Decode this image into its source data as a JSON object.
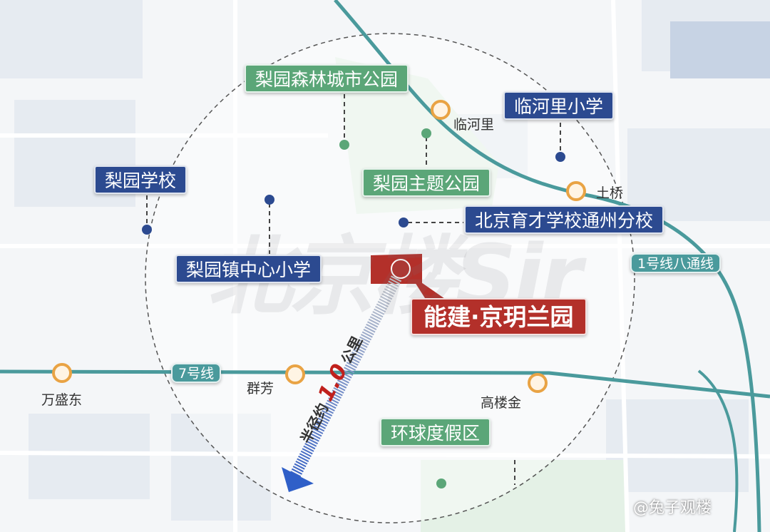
{
  "watermark": "北京楼Sir",
  "credit": "@兔子观楼",
  "project": {
    "name": "能建·京玥兰园"
  },
  "radius_label": {
    "prefix": "半径约",
    "value": "1.0",
    "unit": "公里"
  },
  "pois": {
    "forest_park": "梨园森林城市公园",
    "linheli_school": "临河里小学",
    "liyuan_school": "梨园学校",
    "theme_park": "梨园主题公园",
    "yucai_school": "北京育才学校通州分校",
    "town_school": "梨园镇中心小学",
    "universal": "环球度假区"
  },
  "lines": {
    "line1": "1号线八通线",
    "line7": "7号线"
  },
  "stations": {
    "linheli": "临河里",
    "tuqiao": "土桥",
    "wanshengdong": "万盛东",
    "qunfang": "群芳",
    "gaoloujin": "高楼金"
  },
  "colors": {
    "navy": "#2c4a90",
    "green": "#5ba678",
    "red": "#b3302a",
    "teal": "#4a9a9c",
    "station": "#e9a344"
  }
}
